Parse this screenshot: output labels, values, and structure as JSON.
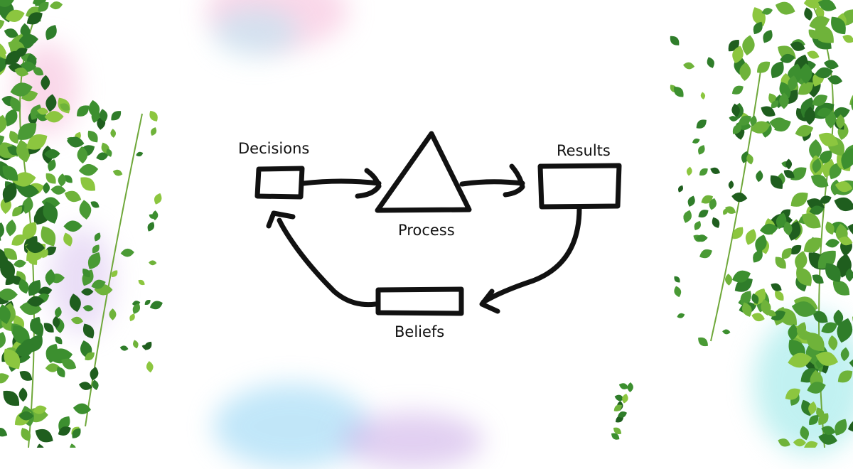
{
  "diagram": {
    "nodes": {
      "decisions": "Decisions",
      "process": "Process",
      "results": "Results",
      "beliefs": "Beliefs"
    },
    "edges": [
      {
        "from": "Decisions",
        "to": "Process"
      },
      {
        "from": "Process",
        "to": "Results"
      },
      {
        "from": "Results",
        "to": "Beliefs"
      },
      {
        "from": "Beliefs",
        "to": "Decisions"
      }
    ]
  },
  "colors": {
    "ink": "#111111",
    "leaf_dark": "#2f7d2a",
    "leaf_light": "#8cc63f",
    "watercolor_pink": "#f6b8d8",
    "watercolor_blue": "#8fd3f4",
    "watercolor_purple": "#c9a9e6"
  }
}
